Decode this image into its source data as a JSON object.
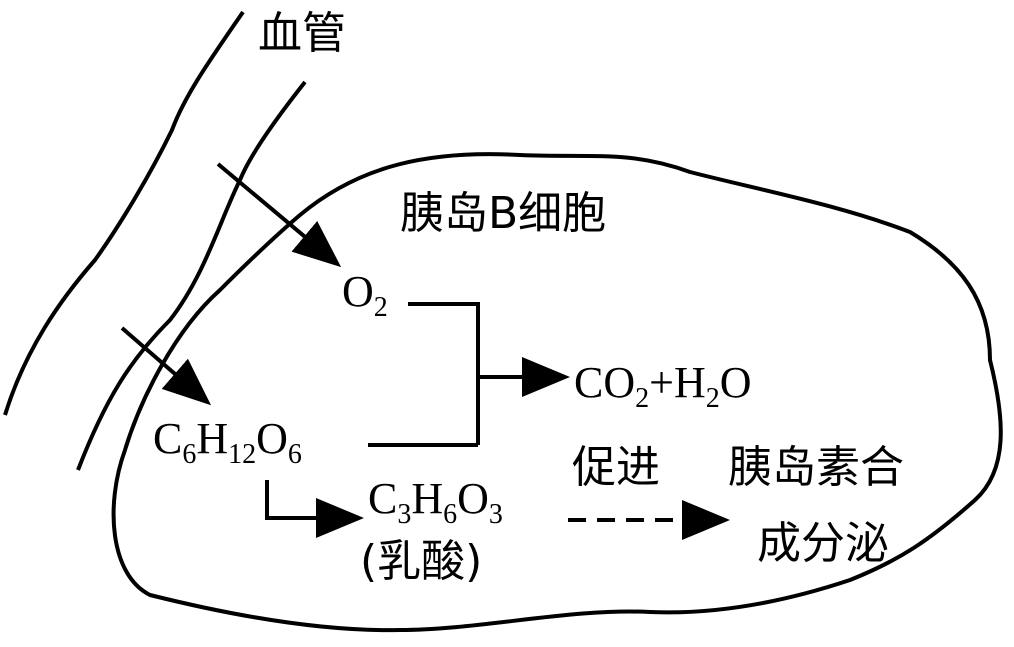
{
  "labels": {
    "vessel": "血管",
    "cell": "胰岛B细胞",
    "promote": "促进",
    "result_line1": "胰岛素合",
    "result_line2": "成分泌",
    "lactic_acid_note": "(乳酸)"
  },
  "formulas": {
    "oxygen": {
      "main": "O",
      "sub": "2"
    },
    "glucose": {
      "c": "C",
      "c_sub": "6",
      "h": "H",
      "h_sub": "12",
      "o": "O",
      "o_sub": "6"
    },
    "product_co2": {
      "co": "CO",
      "co_sub": "2",
      "plus": "+H",
      "h_sub": "2",
      "o": "O"
    },
    "lactate": {
      "c": "C",
      "c_sub": "3",
      "h": "H",
      "h_sub": "6",
      "o": "O",
      "o_sub": "3"
    }
  }
}
